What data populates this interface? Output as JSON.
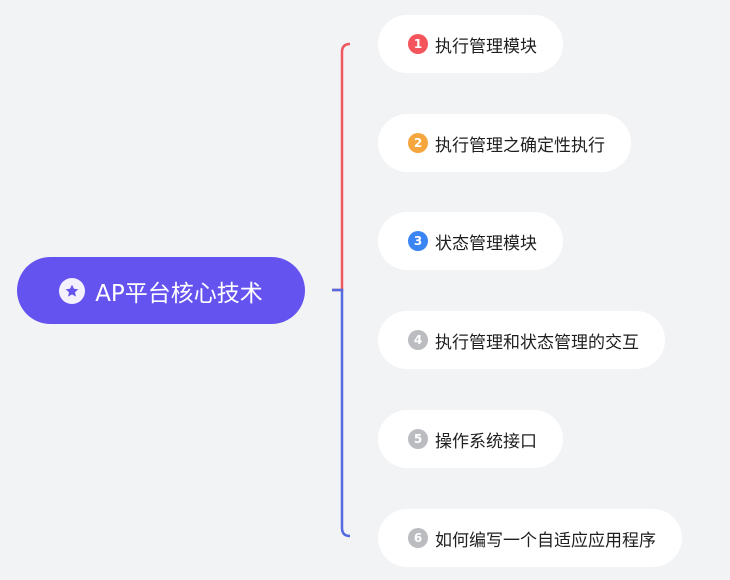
{
  "root": {
    "label": "AP平台核心技术",
    "icon": "star-icon"
  },
  "branches": [
    {
      "badge": "1",
      "label": "执行管理模块",
      "badge_color": "#f4545c"
    },
    {
      "badge": "2",
      "label": "执行管理之确定性执行",
      "badge_color": "#f5a63c"
    },
    {
      "badge": "3",
      "label": "状态管理模块",
      "badge_color": "#3a85f3"
    },
    {
      "badge": "4",
      "label": "执行管理和状态管理的交互",
      "badge_color": "#bbbcc0"
    },
    {
      "badge": "5",
      "label": "操作系统接口",
      "badge_color": "#bbbcc0"
    },
    {
      "badge": "6",
      "label": "如何编写一个自适应应用程序",
      "badge_color": "#bbbcc0"
    }
  ],
  "colors": {
    "root_fill": "#6553f0",
    "connector_upper": "#f0575f",
    "connector_lower": "#5569e0",
    "background": "#f2f3f5"
  }
}
